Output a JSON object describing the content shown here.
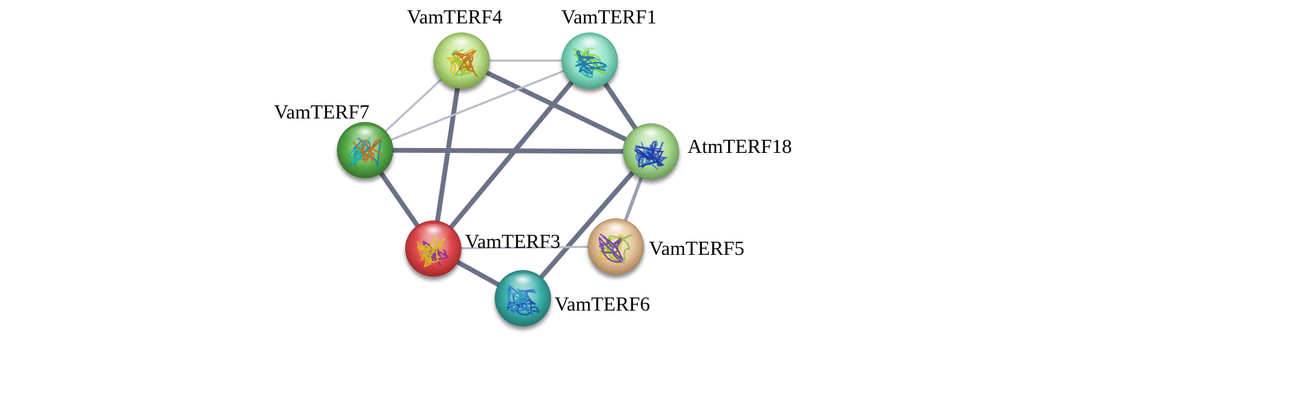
{
  "network": {
    "nodes": [
      {
        "id": "VamTERF4",
        "label": "VamTERF4",
        "color": "#bfe08a",
        "rim": "#6f9a3a",
        "structure_colors": [
          "#e1c21a",
          "#8fc23a",
          "#c96b1a"
        ]
      },
      {
        "id": "VamTERF1",
        "label": "VamTERF1",
        "color": "#8fe0c8",
        "rim": "#3c9a80",
        "structure_colors": [
          "#20b8a0",
          "#8fd03a",
          "#1a6fb0"
        ]
      },
      {
        "id": "VamTERF7",
        "label": "VamTERF7",
        "color": "#5bb04a",
        "rim": "#2c6a24",
        "structure_colors": [
          "#1a7fb0",
          "#20b0a0",
          "#c96b1a"
        ]
      },
      {
        "id": "AtmTERF18",
        "label": "AtmTERF18",
        "color": "#a9d890",
        "rim": "#5e8f4a",
        "structure_colors": [
          "#2a4fc0",
          "#3a7ad0",
          "#2030a0"
        ]
      },
      {
        "id": "VamTERF3",
        "label": "VamTERF3",
        "color": "#e0484a",
        "rim": "#9a2224",
        "structure_colors": [
          "#e0a020",
          "#8a2a9a",
          "#d0c020"
        ]
      },
      {
        "id": "VamTERF5",
        "label": "VamTERF5",
        "color": "#e8c49a",
        "rim": "#a07a50",
        "structure_colors": [
          "#e0c020",
          "#8ac040",
          "#6a3ab0"
        ]
      },
      {
        "id": "VamTERF6",
        "label": "VamTERF6",
        "color": "#3ab0a8",
        "rim": "#1e6a66",
        "structure_colors": [
          "#2a6fd0",
          "#1a4fb0",
          "#30a0c0"
        ]
      }
    ],
    "edges": [
      {
        "source": "VamTERF4",
        "target": "VamTERF1",
        "strength": "weak"
      },
      {
        "source": "VamTERF4",
        "target": "VamTERF7",
        "strength": "weak"
      },
      {
        "source": "VamTERF4",
        "target": "AtmTERF18",
        "strength": "strong"
      },
      {
        "source": "VamTERF4",
        "target": "VamTERF3",
        "strength": "strong"
      },
      {
        "source": "VamTERF1",
        "target": "VamTERF7",
        "strength": "weak"
      },
      {
        "source": "VamTERF1",
        "target": "AtmTERF18",
        "strength": "strong"
      },
      {
        "source": "VamTERF1",
        "target": "VamTERF3",
        "strength": "strong"
      },
      {
        "source": "VamTERF7",
        "target": "AtmTERF18",
        "strength": "strong"
      },
      {
        "source": "VamTERF7",
        "target": "VamTERF3",
        "strength": "strong"
      },
      {
        "source": "AtmTERF18",
        "target": "VamTERF5",
        "strength": "medium"
      },
      {
        "source": "AtmTERF18",
        "target": "VamTERF6",
        "strength": "strong"
      },
      {
        "source": "VamTERF3",
        "target": "VamTERF5",
        "strength": "weak"
      },
      {
        "source": "VamTERF3",
        "target": "VamTERF6",
        "strength": "strong"
      }
    ],
    "edge_colors": {
      "weak": "#b8bccb",
      "medium": "#9ba0b2",
      "strong": "#6b7186"
    }
  }
}
